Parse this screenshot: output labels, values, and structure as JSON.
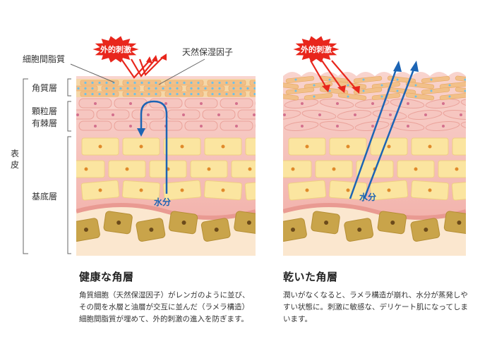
{
  "labels": {
    "intercellular_lipid": "細胞間脂質",
    "nmf": "天然保湿因子",
    "stimulus": "外的刺激",
    "stratum_corneum": "角質層",
    "granular_layer": "顆粒層",
    "spinous_layer": "有棘層",
    "basal_layer": "基底層",
    "epidermis": "表皮",
    "moisture": "水分"
  },
  "healthy": {
    "title": "健康な角層",
    "description": "角質細胞（天然保湿因子）がレンガのように並び、その間を水層と油層が交互に並んだ（ラメラ構造）細胞間脂質が埋めて、外的刺激の進入を防ぎます。"
  },
  "dry": {
    "title": "乾いた角層",
    "description": "潤いがなくなると、ラメラ構造が崩れ、水分が蒸発しやすい状態に。刺激に敏感な、デリケート肌になってしまいます。"
  },
  "colors": {
    "stimulus_red": "#e8261c",
    "moisture_blue": "#1c64b4",
    "skin_pink": "#f4b8b2",
    "cell_yellow": "#fbe5a0",
    "basal_olive": "#c9a44a",
    "nucleus_orange": "#e08a2a"
  }
}
